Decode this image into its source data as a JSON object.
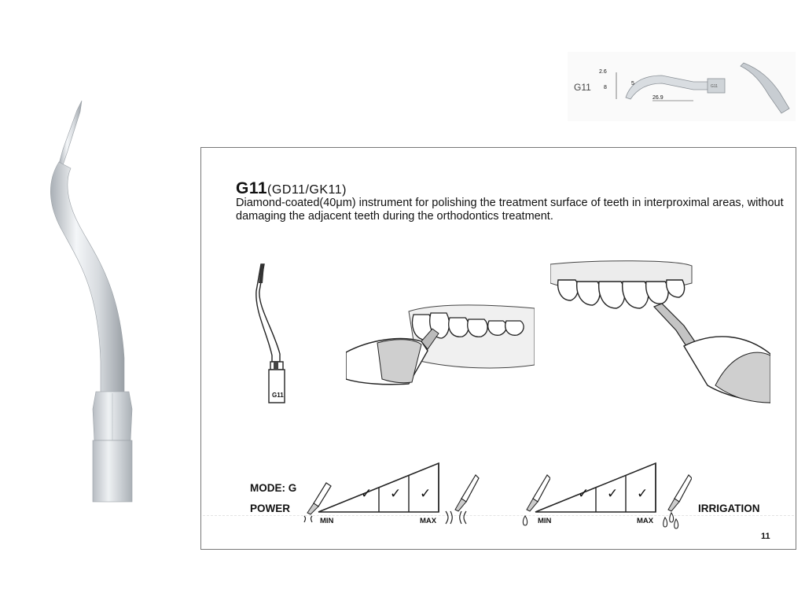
{
  "reference": {
    "model_label": "G11",
    "dim_a": "2.6",
    "dim_b": "8",
    "dim_c": "5",
    "dim_length": "26.9",
    "engraving": "G11"
  },
  "card": {
    "title_main": "G11",
    "title_sub": "(GD11/GK11)",
    "description": "Diamond-coated(40μm) instrument for polishing the treatment surface of teeth in interproximal areas, without damaging the adjacent teeth during the orthodontics treatment.",
    "tip_engraving": "G11",
    "mode_label": "MODE: G",
    "power_label": "POWER",
    "irrigation_label": "IRRIGATION",
    "power_scale": {
      "min": "MIN",
      "max": "MAX",
      "checked": 3,
      "cells": 3
    },
    "irrigation_scale": {
      "min": "MIN",
      "max": "MAX",
      "checked": 3,
      "cells": 3
    },
    "page_number": "11"
  },
  "colors": {
    "steel_light": "#e9edf0",
    "steel_mid": "#b7bcc2",
    "steel_dark": "#8a9096",
    "line": "#1a1a1a"
  }
}
